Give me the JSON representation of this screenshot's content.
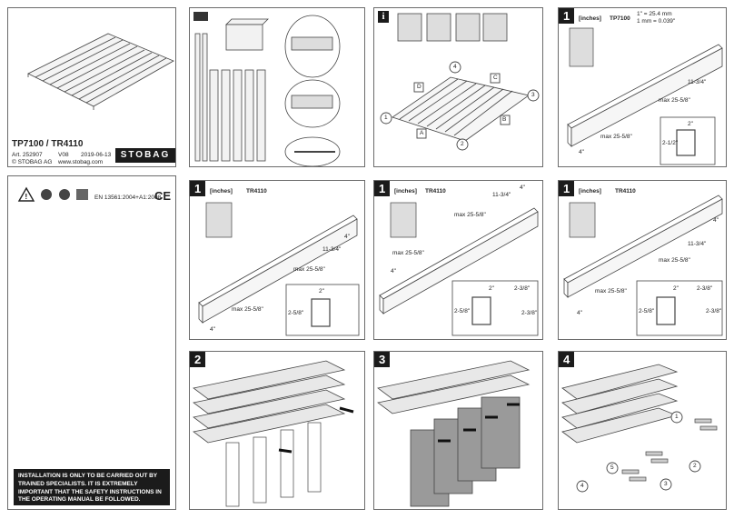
{
  "title_panel": {
    "product": "TP7100 / TR4110",
    "art": "Art. 252907",
    "version": "V08",
    "date": "2019-06-13",
    "copyright": "© STOBAG AG",
    "website": "www.stobag.com",
    "brand": "STOBAG"
  },
  "norms_panel": {
    "norm": "EN 13561:2004+A1:2008",
    "ce": "CE",
    "warning": "INSTALLATION IS ONLY TO BE CARRIED OUT BY TRAINED SPECIALISTS. IT IS EXTREMELY IMPORTANT THAT THE SAFETY INSTRUCTIONS IN THE OPERATING MANUAL BE FOLLOWED."
  },
  "info_panel": {
    "badge": "i",
    "points": [
      "1",
      "2",
      "3",
      "4"
    ],
    "sides": [
      "A",
      "B",
      "C",
      "D"
    ]
  },
  "step1_tp7100": {
    "step": "1",
    "unit": "[inches]",
    "model": "TP7100",
    "conv1": "1\" = 25.4 mm",
    "conv2": "1 mm = 0.039\"",
    "dims": [
      "11-3/4\"",
      "max 25-5/8\"",
      "max 25-5/8\"",
      "4\"",
      "2\"",
      "2-1/2\""
    ]
  },
  "step1_tr4110_a": {
    "step": "1",
    "unit": "[inches]",
    "model": "TR4110",
    "dims": [
      "4\"",
      "11-3/4\"",
      "max 25-5/8\"",
      "max 25-5/8\"",
      "4\"",
      "2\"",
      "2-5/8\""
    ]
  },
  "step1_tr4110_b": {
    "step": "1",
    "unit": "[inches]",
    "model": "TR4110",
    "dims": [
      "11-3/4\"",
      "4\"",
      "max 25-5/8\"",
      "max 25-5/8\"",
      "4\"",
      "2\"",
      "2-3/8\"",
      "2-5/8\"",
      "2-3/8\""
    ]
  },
  "step1_tr4110_c": {
    "step": "1",
    "unit": "[inches]",
    "model": "TR4110",
    "dims": [
      "4\"",
      "11-3/4\"",
      "max 25-5/8\"",
      "max 25-5/8\"",
      "4\"",
      "2\"",
      "2-3/8\"",
      "2-5/8\"",
      "2-3/8\""
    ]
  },
  "step2": {
    "step": "2"
  },
  "step3": {
    "step": "3"
  },
  "step4": {
    "step": "4",
    "callouts": [
      "1",
      "2",
      "3",
      "4",
      "5"
    ]
  }
}
